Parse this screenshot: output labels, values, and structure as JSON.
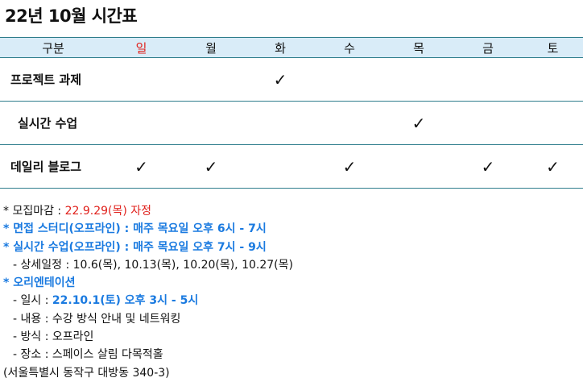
{
  "title": "22년 10월 시간표",
  "table": {
    "header_label": "구분",
    "days": [
      "일",
      "월",
      "화",
      "수",
      "목",
      "금",
      "토"
    ],
    "check_mark": "✓",
    "rows": [
      {
        "label": "프로젝트 과제",
        "checks": [
          "",
          "",
          "✓",
          "",
          "",
          "",
          ""
        ]
      },
      {
        "label": "실시간 수업",
        "checks": [
          "",
          "",
          "",
          "",
          "✓",
          "",
          ""
        ]
      },
      {
        "label": "데일리 블로그",
        "checks": [
          "✓",
          "✓",
          "",
          "✓",
          "",
          "✓",
          "✓"
        ]
      }
    ]
  },
  "notes": {
    "deadline_prefix": "* 모집마감 : ",
    "deadline_value": "22.9.29(목) 자정",
    "interview": "* 면접 스터디(오프라인) : 매주 목요일 오후 6시 - 7시",
    "live_class": "* 실시간 수업(오프라인) : 매주 목요일 오후 7시 - 9시",
    "schedule_detail": "- 상세일정 : 10.6(목), 10.13(목), 10.20(목), 10.27(목)",
    "orientation": "* 오리엔테이션",
    "date_prefix": "- 일시 : ",
    "date_value": "22.10.1(토) 오후 3시 - 5시",
    "content": "- 내용 : 수강 방식 안내 및 네트워킹",
    "method": "- 방식 : 오프라인",
    "place": "- 장소 : 스페이스 살림 다목적홀",
    "address": "(서울특별시 동작구 대방동 340-3)"
  },
  "colors": {
    "accent_blue": "#1a7ae0",
    "red": "#e0201b",
    "header_bg": "#d9ecf8",
    "rule": "#2e7d8c"
  }
}
